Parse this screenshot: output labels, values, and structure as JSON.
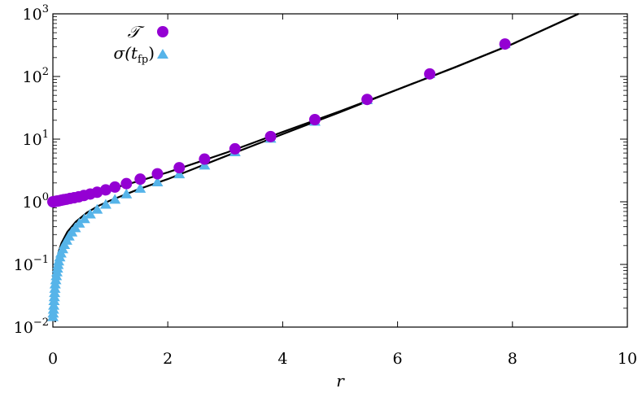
{
  "chart_data": {
    "type": "scatter",
    "title": "",
    "xlabel": "r",
    "ylabel": "",
    "xlim": [
      0,
      10
    ],
    "ylim": [
      0.01,
      1000
    ],
    "yscale": "log",
    "grid": false,
    "legend_position": "top-left",
    "x_ticks": [
      {
        "value": 0,
        "label": "0"
      },
      {
        "value": 2,
        "label": "2"
      },
      {
        "value": 4,
        "label": "4"
      },
      {
        "value": 6,
        "label": "6"
      },
      {
        "value": 8,
        "label": "8"
      },
      {
        "value": 10,
        "label": "10"
      }
    ],
    "y_ticks": [
      {
        "value": 0.01,
        "base": "10",
        "exp": "−2"
      },
      {
        "value": 0.1,
        "base": "10",
        "exp": "−1"
      },
      {
        "value": 1,
        "base": "10",
        "exp": "0"
      },
      {
        "value": 10,
        "base": "10",
        "exp": "1"
      },
      {
        "value": 100,
        "base": "10",
        "exp": "2"
      },
      {
        "value": 1000,
        "base": "10",
        "exp": "3"
      }
    ],
    "series": [
      {
        "name": "𝒯",
        "marker": "circle",
        "color": "#9400d3",
        "points": [
          [
            0.0,
            1.0
          ],
          [
            0.02,
            1.0
          ],
          [
            0.05,
            1.02
          ],
          [
            0.08,
            1.03
          ],
          [
            0.11,
            1.04
          ],
          [
            0.15,
            1.06
          ],
          [
            0.19,
            1.08
          ],
          [
            0.24,
            1.1
          ],
          [
            0.3,
            1.13
          ],
          [
            0.37,
            1.16
          ],
          [
            0.45,
            1.2
          ],
          [
            0.54,
            1.26
          ],
          [
            0.65,
            1.33
          ],
          [
            0.77,
            1.42
          ],
          [
            0.92,
            1.55
          ],
          [
            1.08,
            1.72
          ],
          [
            1.28,
            1.95
          ],
          [
            1.52,
            2.3
          ],
          [
            1.82,
            2.8
          ],
          [
            2.2,
            3.5
          ],
          [
            2.64,
            4.8
          ],
          [
            3.17,
            7.0
          ],
          [
            3.79,
            11.0
          ],
          [
            4.56,
            20.5
          ],
          [
            5.47,
            43.0
          ],
          [
            6.56,
            110.0
          ],
          [
            7.87,
            330.0
          ]
        ]
      },
      {
        "name": "σ(t_fp)",
        "marker": "triangle",
        "color": "#56b4e9",
        "points": [
          [
            0.0,
            0.0145
          ],
          [
            0.005,
            0.0165
          ],
          [
            0.01,
            0.019
          ],
          [
            0.015,
            0.022
          ],
          [
            0.02,
            0.026
          ],
          [
            0.025,
            0.03
          ],
          [
            0.03,
            0.035
          ],
          [
            0.035,
            0.041
          ],
          [
            0.04,
            0.048
          ],
          [
            0.05,
            0.056
          ],
          [
            0.06,
            0.065
          ],
          [
            0.07,
            0.075
          ],
          [
            0.08,
            0.086
          ],
          [
            0.09,
            0.098
          ],
          [
            0.1,
            0.112
          ],
          [
            0.12,
            0.13
          ],
          [
            0.14,
            0.15
          ],
          [
            0.17,
            0.175
          ],
          [
            0.2,
            0.205
          ],
          [
            0.24,
            0.24
          ],
          [
            0.28,
            0.28
          ],
          [
            0.33,
            0.325
          ],
          [
            0.39,
            0.38
          ],
          [
            0.46,
            0.45
          ],
          [
            0.55,
            0.53
          ],
          [
            0.65,
            0.63
          ],
          [
            0.77,
            0.75
          ],
          [
            0.92,
            0.9
          ],
          [
            1.08,
            1.08
          ],
          [
            1.28,
            1.32
          ],
          [
            1.52,
            1.62
          ],
          [
            1.82,
            2.05
          ],
          [
            2.2,
            2.75
          ],
          [
            2.64,
            3.8
          ],
          [
            3.17,
            6.2
          ],
          [
            3.79,
            10.2
          ],
          [
            4.56,
            19.0
          ],
          [
            5.47,
            42.0
          ],
          [
            6.56,
            110.0
          ],
          [
            7.87,
            330.0
          ]
        ]
      }
    ],
    "fit_lines": [
      {
        "color": "#000000",
        "points": [
          [
            0.0,
            0.95
          ],
          [
            0.5,
            1.2
          ],
          [
            1.0,
            1.6
          ],
          [
            1.5,
            2.15
          ],
          [
            2.0,
            2.95
          ],
          [
            3.0,
            6.0
          ],
          [
            4.0,
            13.0
          ],
          [
            5.0,
            28.0
          ],
          [
            6.0,
            62.0
          ],
          [
            7.0,
            140.0
          ],
          [
            8.0,
            330.0
          ],
          [
            9.15,
            1000.0
          ]
        ]
      },
      {
        "color": "#000000",
        "points": [
          [
            0.04,
            0.012
          ],
          [
            0.045,
            0.03
          ],
          [
            0.055,
            0.06
          ],
          [
            0.07,
            0.1
          ],
          [
            0.1,
            0.16
          ],
          [
            0.15,
            0.22
          ],
          [
            0.25,
            0.33
          ],
          [
            0.4,
            0.48
          ],
          [
            0.6,
            0.68
          ],
          [
            0.8,
            0.87
          ],
          [
            1.0,
            1.05
          ],
          [
            1.5,
            1.6
          ],
          [
            2.0,
            2.3
          ],
          [
            3.0,
            5.3
          ],
          [
            4.0,
            12.0
          ],
          [
            5.0,
            27.0
          ],
          [
            6.0,
            62.0
          ],
          [
            7.0,
            140.0
          ],
          [
            8.0,
            330.0
          ],
          [
            9.15,
            1000.0
          ]
        ]
      }
    ]
  }
}
